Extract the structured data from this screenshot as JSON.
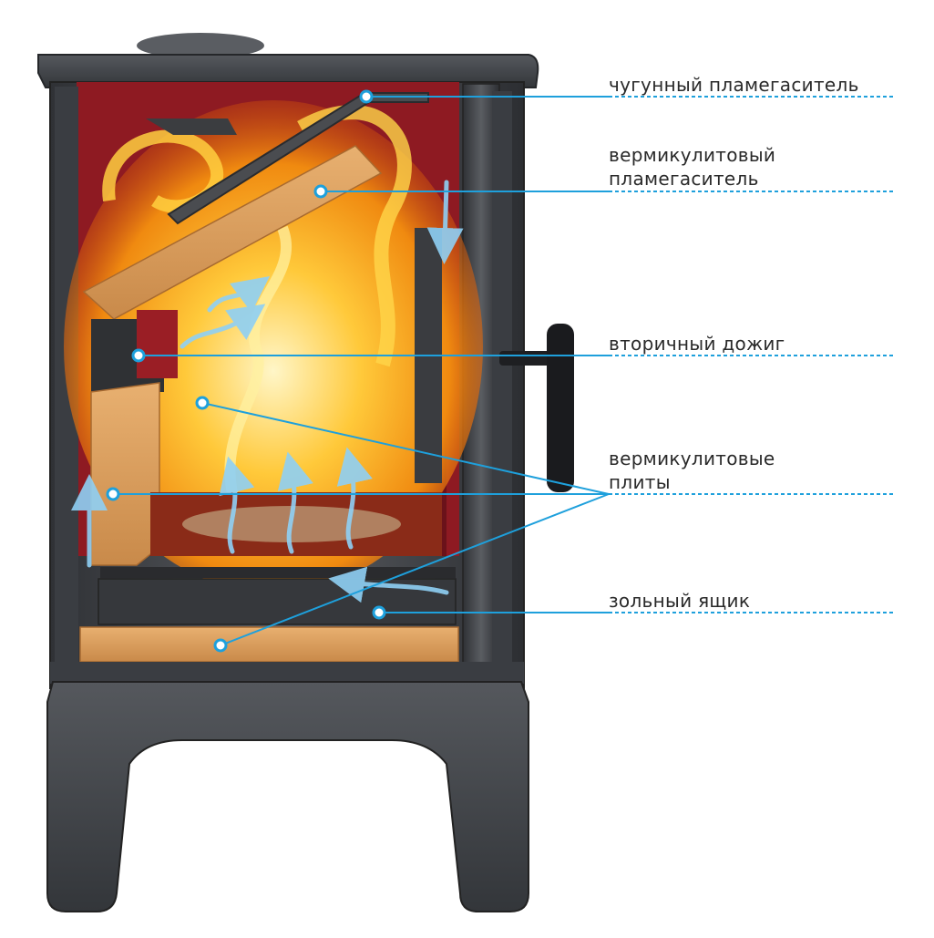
{
  "labels": {
    "cast_iron_baffle": "чугунный пламегаситель",
    "vermiculite_baffle": [
      "вермикулитовый",
      "пламегаситель"
    ],
    "secondary_combustion": "вторичный дожиг",
    "vermiculite_plates": [
      "вермикулитовые",
      "плиты"
    ],
    "ash_box": "зольный ящик"
  },
  "colors": {
    "leader_line": "#1ea0dc",
    "stove_iron": "#4a4d52",
    "firebox_back": "#8e1a22",
    "vermiculite": "#d99a55",
    "flame": "#ffb020",
    "airflow": "#8fd0f5"
  }
}
